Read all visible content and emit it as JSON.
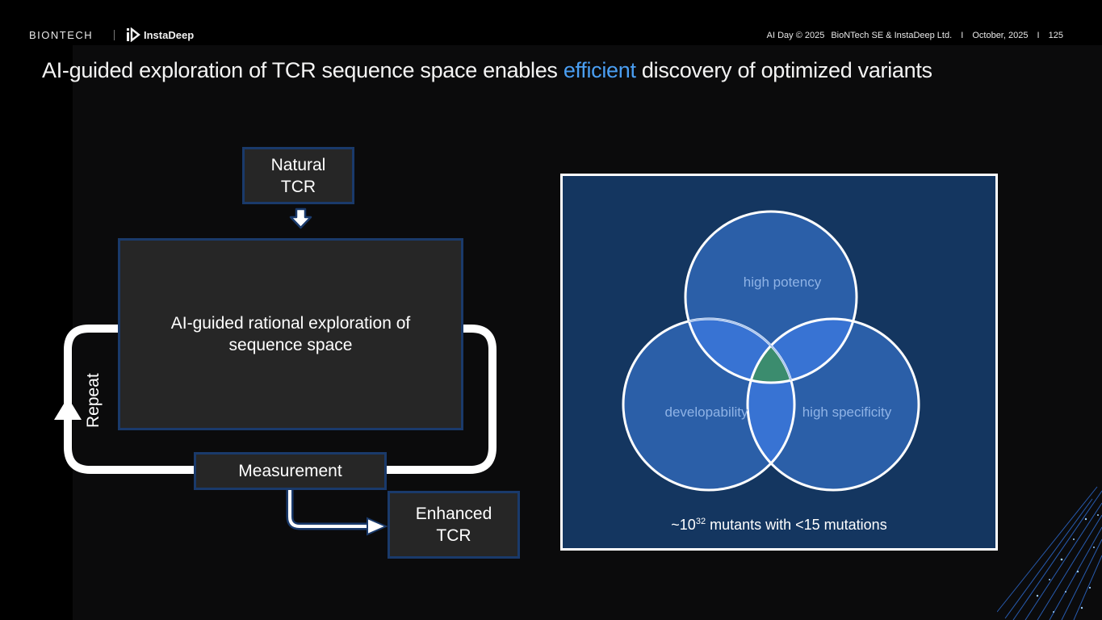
{
  "header": {
    "logo_biontech": "BIONTECH",
    "logo_instadeep": "InstaDeep",
    "event": "AI Day © 2025",
    "company": "BioNTech SE & InstaDeep Ltd.",
    "sep1": "I",
    "date": "October, 2025",
    "sep2": "I",
    "page": "125"
  },
  "title": {
    "before": "AI-guided exploration of TCR sequence space enables ",
    "accent": "efficient",
    "after": " discovery of optimized variants"
  },
  "flow": {
    "natural_tcr": "Natural TCR",
    "exploration": "AI-guided rational exploration of sequence space",
    "measurement": "Measurement",
    "enhanced_tcr": "Enhanced TCR",
    "repeat": "Repeat"
  },
  "venn": {
    "top_label": "high potency",
    "left_label": "developability",
    "right_label": "high specificity",
    "caption_prefix": "~10",
    "caption_exponent": "32",
    "caption_suffix": " mutants with <15 mutations"
  },
  "colors": {
    "accent": "#4a9ef2",
    "box_border": "#1a3a6b",
    "venn_background": "#143660",
    "circle_fill": "#2b5fa8",
    "overlap_fill": "#3873d3",
    "center_fill": "#3b8c6e"
  }
}
